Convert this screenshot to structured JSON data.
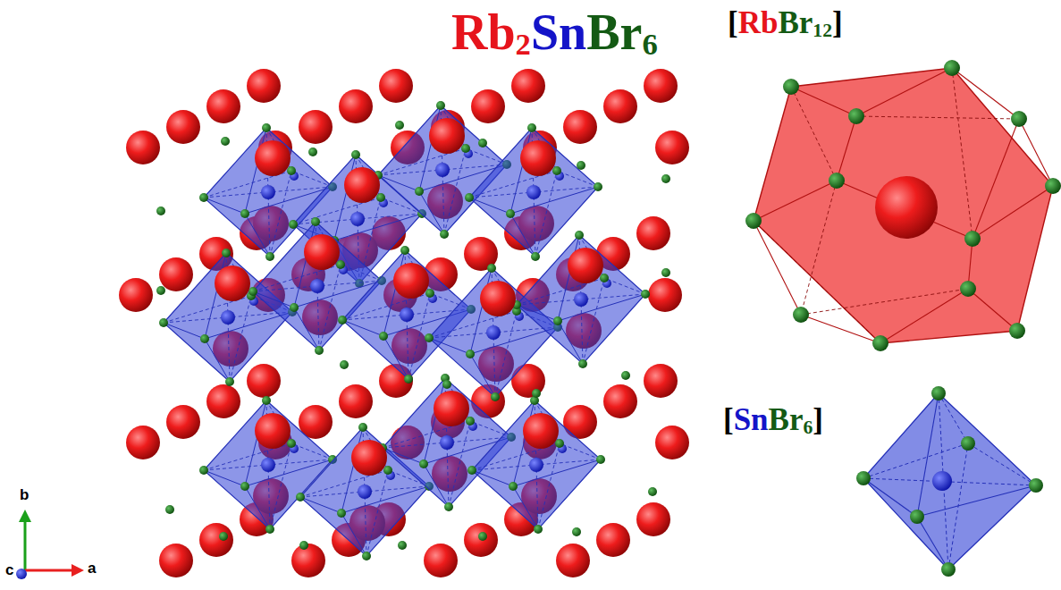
{
  "diagram": {
    "labels": [
      "Rb",
      "2",
      "Sn",
      "Br",
      "6",
      "[",
      "Rb",
      "Br",
      "12",
      "]",
      "[",
      "Sn",
      "Br",
      "6",
      "]",
      "b",
      "c",
      "a"
    ]
  }
}
